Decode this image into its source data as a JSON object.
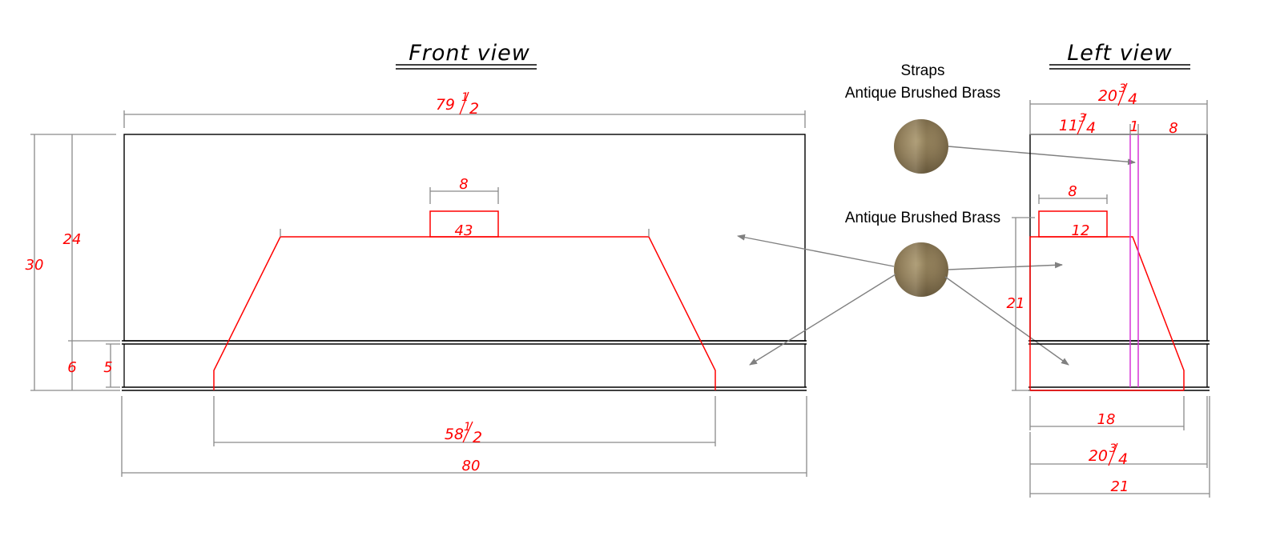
{
  "titles": {
    "front": "Front view",
    "left": "Left view"
  },
  "callouts": {
    "straps_line1": "Straps",
    "straps_line2": "Antique Brushed Brass",
    "hood_label": "Antique Brushed Brass"
  },
  "colors": {
    "dimension": "#ff0000",
    "outline": "#000000",
    "strap": "#d633d6",
    "brass_swatch": "#8d7a55"
  },
  "front_dims": {
    "top_width": {
      "whole": "79",
      "num": "1",
      "den": "2"
    },
    "overall_height": "30",
    "hood_height": "24",
    "band_height": "6",
    "band_inner": "5",
    "chimney_width": "8",
    "hood_top_width": "43",
    "bottom_width": {
      "whole": "58",
      "num": "1",
      "den": "2"
    },
    "overall_width": "80"
  },
  "left_dims": {
    "top_depth": {
      "whole": "20",
      "num": "3",
      "den": "4"
    },
    "front_offset": {
      "whole": "11",
      "num": "3",
      "den": "4"
    },
    "strap_width": "1",
    "rear_offset": "8",
    "chimney_depth": "8",
    "hood_top_depth": "12",
    "hood_height": "21",
    "bottom_depth": "18",
    "depth_mid": {
      "whole": "20",
      "num": "3",
      "den": "4"
    },
    "overall_depth": "21"
  }
}
